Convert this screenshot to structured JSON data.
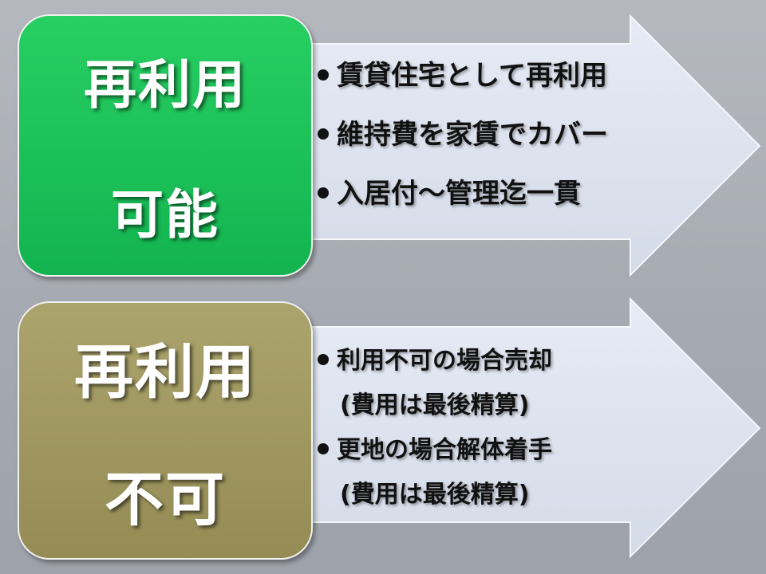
{
  "colors": {
    "green": "#1ec45a",
    "olive": "#a09860",
    "arrow": "#dde3ef"
  },
  "top": {
    "title_line1": "再利用",
    "title_line2": "可能",
    "bullets": [
      "賃貸住宅として再利用",
      "維持費を家賃でカバー",
      "入居付～管理迄一貫"
    ]
  },
  "bottom": {
    "title_line1": "再利用",
    "title_line2": "不可",
    "bullets": [
      {
        "text": "利用不可の場合売却",
        "note": "(費用は最後精算)"
      },
      {
        "text": "更地の場合解体着手",
        "note": "(費用は最後精算)"
      }
    ]
  }
}
